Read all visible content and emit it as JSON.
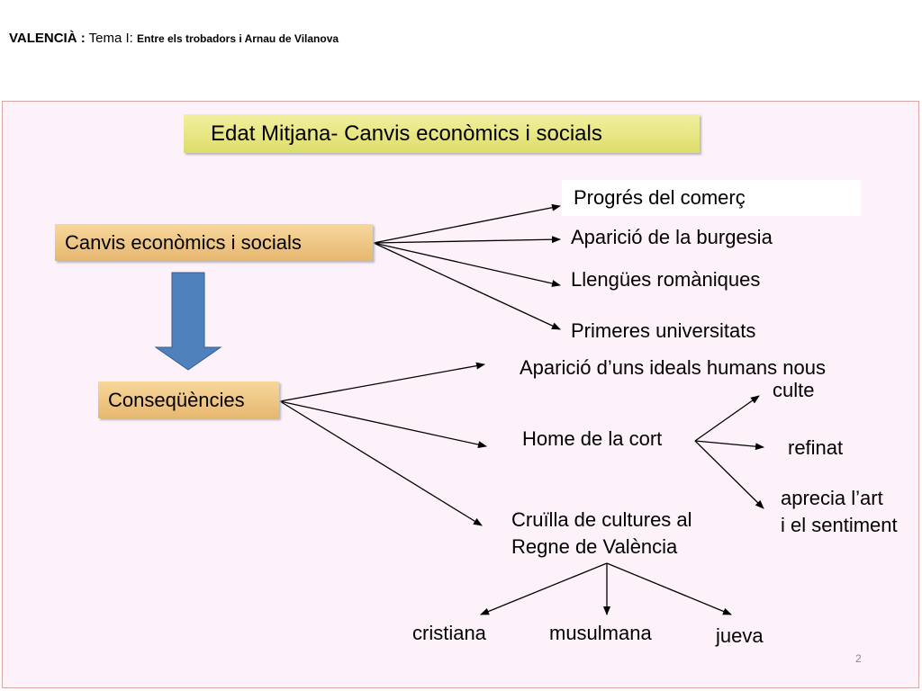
{
  "header": {
    "subject": "VALENCIÀ :",
    "topic": "Tema I:",
    "subtitle": "Entre els trobadors i Arnau de Vilanova"
  },
  "title": "Edat Mitjana- Canvis econòmics i socials",
  "source_box": "Canvis econòmics i socials",
  "changes": [
    "Progrés del comerç",
    "Aparició de la burgesia",
    "Llengües romàniques",
    "Primeres universitats"
  ],
  "consequences_box": "Conseqüències",
  "consequences": {
    "ideals_line1": "Aparició d’uns ideals humans nous",
    "home_cort": "Home de la cort",
    "cruilla_line1": "Cruïlla de cultures al",
    "cruilla_line2": "Regne de València"
  },
  "home_traits": {
    "culte": "culte",
    "refinat": "refinat",
    "aprecia_line1": "aprecia l’art",
    "aprecia_line2": "i el sentiment"
  },
  "cultures": [
    "cristiana",
    "musulmana",
    "jueva"
  ],
  "page_number": "2",
  "colors": {
    "title_fill": "#e8e785",
    "box_fill": "#efc787",
    "arrow_fill": "#4f81bd",
    "panel_bg": "#fdf1fa"
  }
}
